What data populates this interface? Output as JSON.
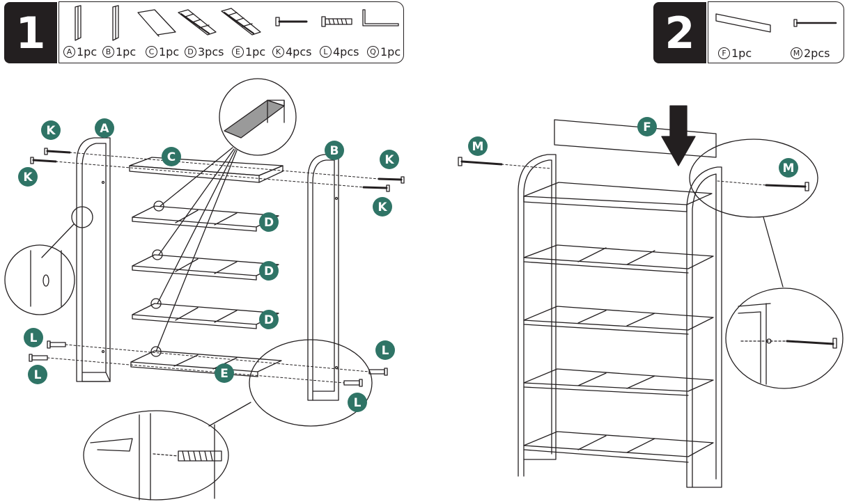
{
  "steps": [
    {
      "number": "1",
      "parts": [
        {
          "letter": "A",
          "qty": "1pc"
        },
        {
          "letter": "B",
          "qty": "1pc"
        },
        {
          "letter": "C",
          "qty": "1pc"
        },
        {
          "letter": "D",
          "qty": "3pcs"
        },
        {
          "letter": "E",
          "qty": "1pc"
        },
        {
          "letter": "K",
          "qty": "4pcs"
        },
        {
          "letter": "L",
          "qty": "4pcs"
        },
        {
          "letter": "Q",
          "qty": "1pc"
        }
      ]
    },
    {
      "number": "2",
      "parts": [
        {
          "letter": "F",
          "qty": "1pc"
        },
        {
          "letter": "M",
          "qty": "2pcs"
        }
      ]
    }
  ],
  "callouts": {
    "A": "A",
    "B": "B",
    "C": "C",
    "D": "D",
    "E": "E",
    "F": "F",
    "K": "K",
    "L": "L",
    "M": "M"
  },
  "colors": {
    "ink": "#231f20",
    "callout": "#2f7466",
    "shade": "#9a9a9a"
  }
}
